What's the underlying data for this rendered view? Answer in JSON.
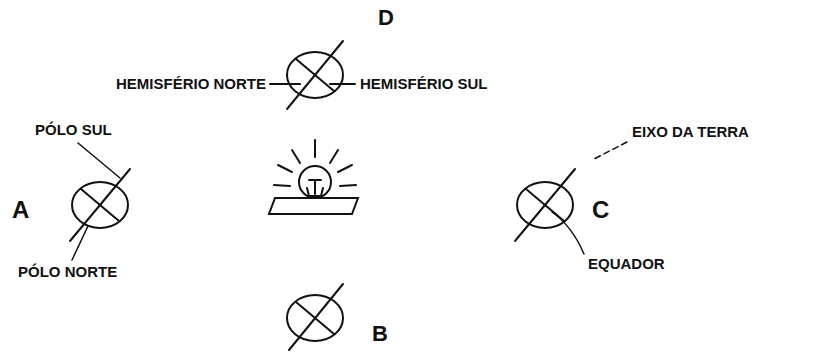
{
  "diagram": {
    "labels": [
      "D",
      "HEMISFÉRIO NORTE",
      "HEMISFÉRIO SUL",
      "PÓLO SUL",
      "A",
      "PÓLO NORTE",
      "EIXO DA TERRA",
      "C",
      "EQUADOR",
      "B"
    ]
  }
}
